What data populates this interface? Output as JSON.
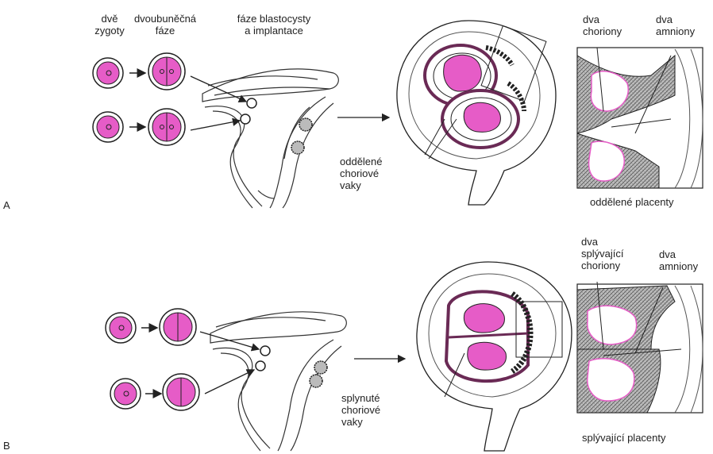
{
  "panels": [
    {
      "letter": "A",
      "stage_labels": {
        "zygotes": [
          "dvě",
          "zygoty"
        ],
        "two_cell": [
          "dvoubuněčná",
          "fáze"
        ],
        "blastocyst": [
          "fáze blastocysty",
          "a implantace"
        ]
      },
      "sac_label": [
        "oddělené",
        "choriové",
        "vaky"
      ],
      "inset_labels": {
        "chorions": [
          "dva",
          "choriony"
        ],
        "amnions": [
          "dva",
          "amniony"
        ],
        "placenta": "oddělené placenty"
      }
    },
    {
      "letter": "B",
      "sac_label": [
        "splynuté",
        "choriové",
        "vaky"
      ],
      "inset_labels": {
        "chorions": [
          "dva",
          "splývající",
          "choriony"
        ],
        "amnions": [
          "dva",
          "amniony"
        ],
        "placenta": "splývající placenty"
      }
    }
  ],
  "colors": {
    "embryo": "#e65cc7",
    "outline": "#222222",
    "chorion": "#6a2a55",
    "placenta_hatch": "#8a8a8a"
  }
}
